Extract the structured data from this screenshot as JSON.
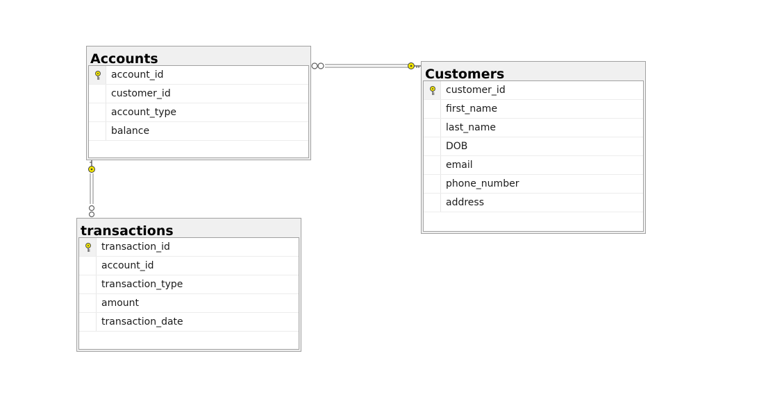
{
  "diagram": {
    "tables": [
      {
        "name": "Accounts",
        "columns": [
          {
            "name": "account_id",
            "primary_key": true
          },
          {
            "name": "customer_id",
            "primary_key": false
          },
          {
            "name": "account_type",
            "primary_key": false
          },
          {
            "name": "balance",
            "primary_key": false
          }
        ]
      },
      {
        "name": "Customers",
        "columns": [
          {
            "name": "customer_id",
            "primary_key": true
          },
          {
            "name": "first_name",
            "primary_key": false
          },
          {
            "name": "last_name",
            "primary_key": false
          },
          {
            "name": "DOB",
            "primary_key": false
          },
          {
            "name": "email",
            "primary_key": false
          },
          {
            "name": "phone_number",
            "primary_key": false
          },
          {
            "name": "address",
            "primary_key": false
          }
        ]
      },
      {
        "name": "transactions",
        "columns": [
          {
            "name": "transaction_id",
            "primary_key": true
          },
          {
            "name": "account_id",
            "primary_key": false
          },
          {
            "name": "transaction_type",
            "primary_key": false
          },
          {
            "name": "amount",
            "primary_key": false
          },
          {
            "name": "transaction_date",
            "primary_key": false
          }
        ]
      }
    ],
    "relationships": [
      {
        "from_table": "Accounts",
        "to_table": "Customers",
        "from_end": "many",
        "to_end": "key"
      },
      {
        "from_table": "Accounts",
        "to_table": "transactions",
        "from_end": "key",
        "to_end": "many"
      }
    ],
    "colors": {
      "key_icon": "#f2e600",
      "connector": "#808080",
      "table_border": "#a0a0a0",
      "title_background": "#f0f0f0"
    }
  }
}
